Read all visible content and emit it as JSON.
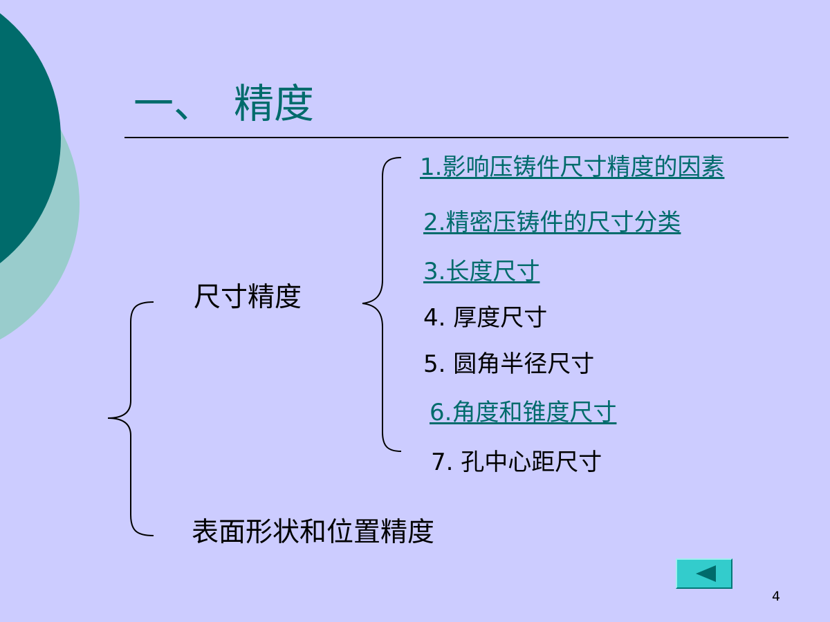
{
  "slide": {
    "title": "一、　精度",
    "page_number": "4",
    "colors": {
      "background": "#ccccff",
      "title": "#006b6b",
      "link": "#006b6b",
      "circle_dark": "#006b6b",
      "circle_light": "#99cccc",
      "nav_button": "#33cccc"
    }
  },
  "tree": {
    "dimension_precision": "尺寸精度",
    "shape_position_precision": "表面形状和位置精度",
    "items": [
      {
        "label": "1.影响压铸件尺寸精度的因素",
        "is_link": true
      },
      {
        "label": "2.精密压铸件的尺寸分类",
        "is_link": true
      },
      {
        "label": "3.长度尺寸",
        "is_link": true
      },
      {
        "label": "4. 厚度尺寸",
        "is_link": false
      },
      {
        "label": "5. 圆角半径尺寸",
        "is_link": false
      },
      {
        "label": "6.角度和锥度尺寸",
        "is_link": true
      },
      {
        "label": "7. 孔中心距尺寸",
        "is_link": false
      }
    ]
  },
  "nav": {
    "back_icon": "triangle-left-icon"
  }
}
